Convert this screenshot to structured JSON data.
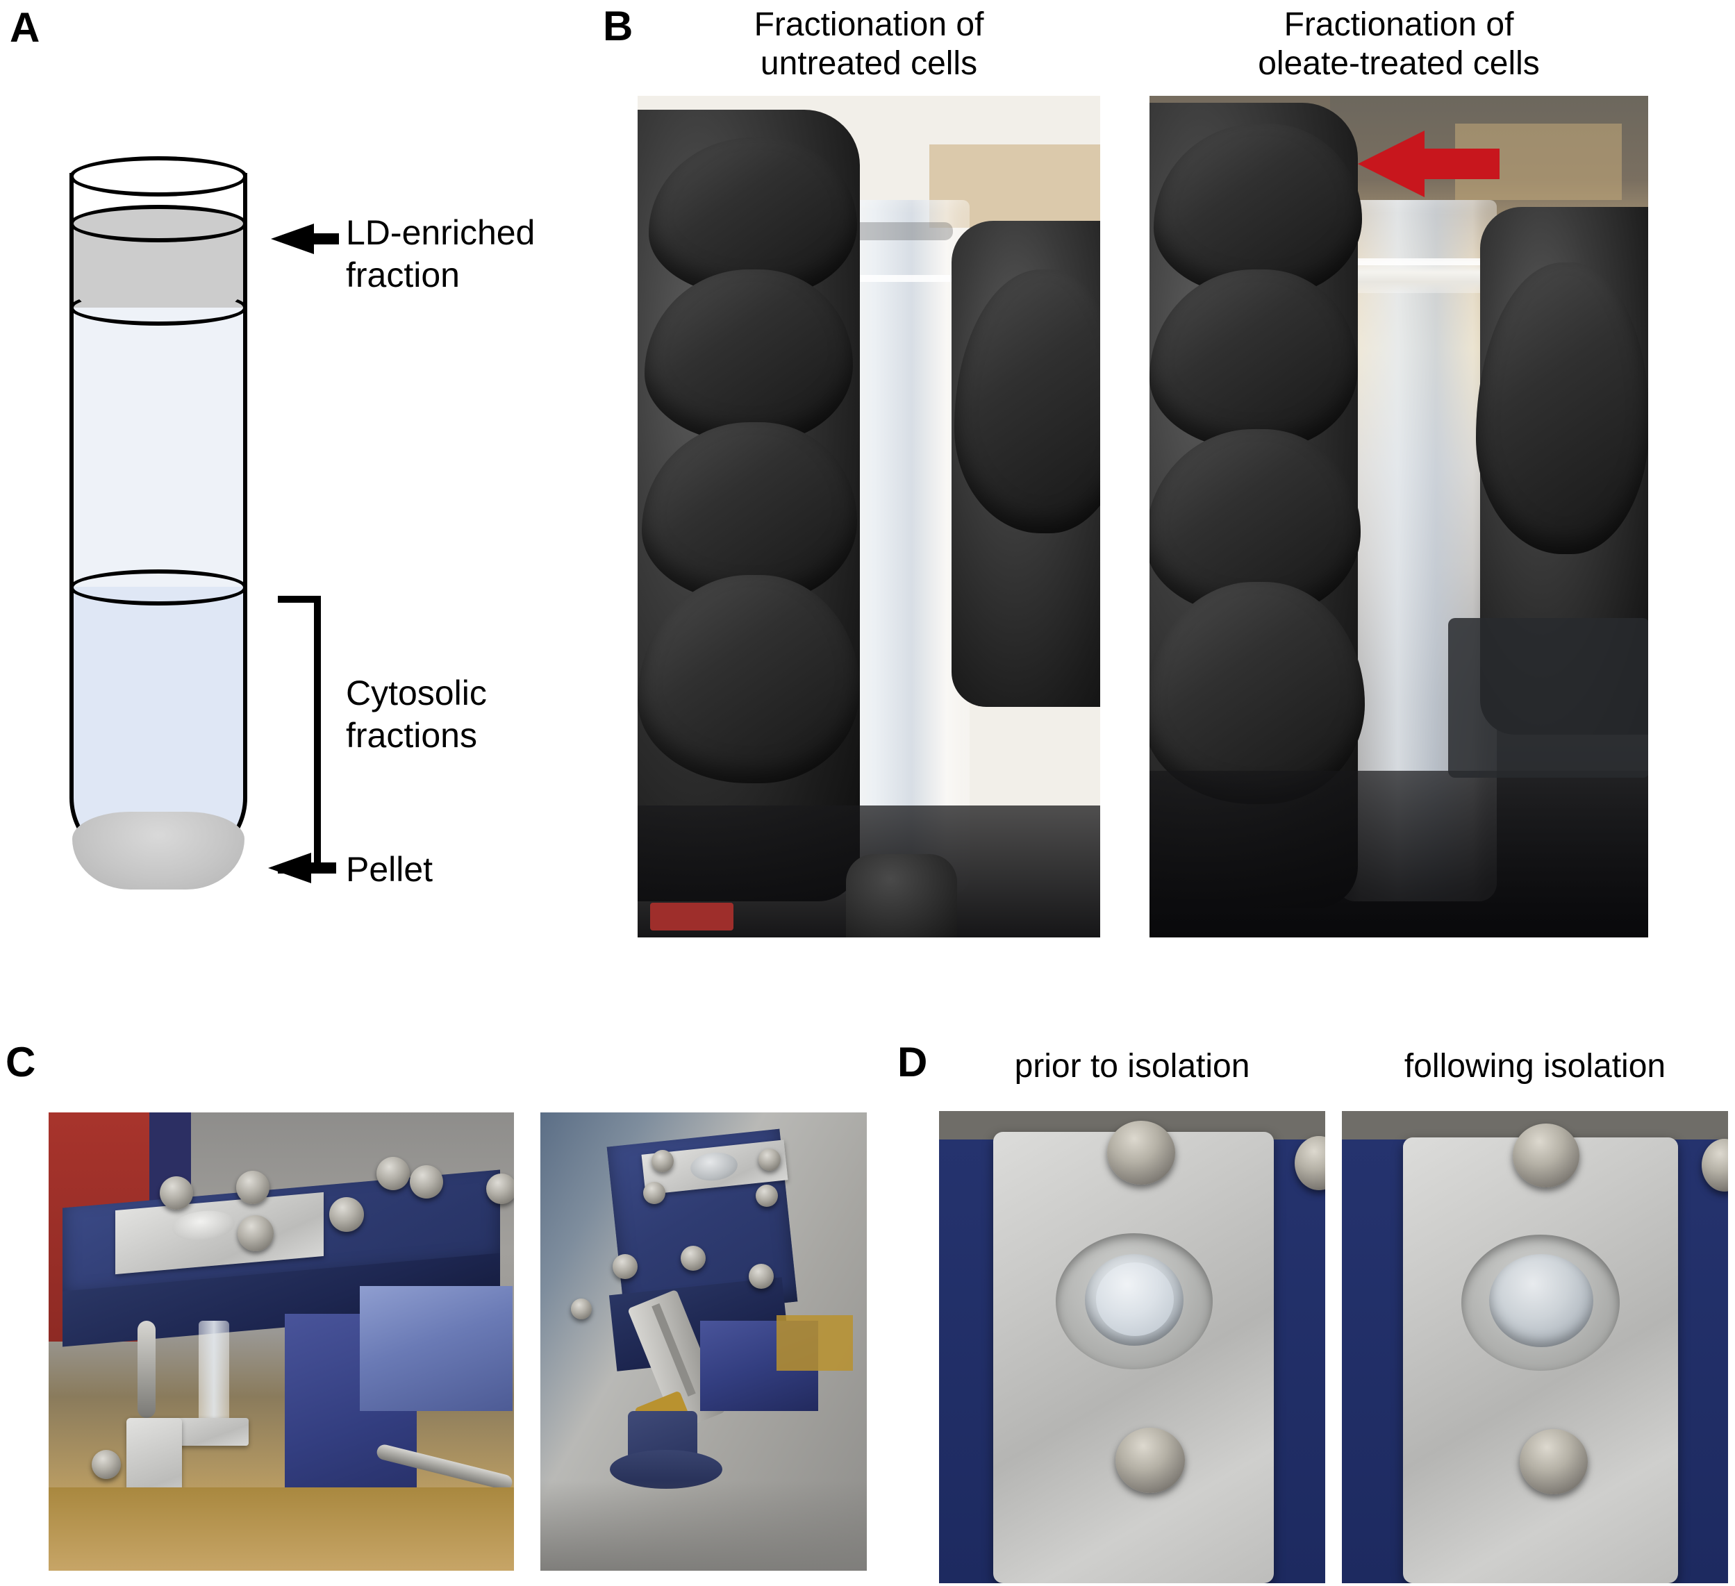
{
  "figure": {
    "panels": [
      {
        "letter": "A"
      },
      {
        "letter": "B"
      },
      {
        "letter": "C"
      },
      {
        "letter": "D"
      }
    ]
  },
  "panel_a": {
    "letter": "A",
    "labels": {
      "ld_fraction": "LD-enriched\nfraction",
      "cytosolic": "Cytosolic\nfractions",
      "pellet": "Pellet"
    },
    "colors": {
      "ld_band": "#cccccc",
      "supernatant_upper": "#eef2f8",
      "supernatant_lower": "#dfe7f5",
      "pellet": "#c6c6c6",
      "outline": "#000000"
    }
  },
  "panel_b": {
    "letter": "B",
    "headings": [
      "Fractionation of\nuntreated cells",
      "Fractionation of\noleate-treated cells"
    ],
    "annotation": {
      "arrow_color": "#c8161d",
      "points_at": "LD-enriched layer at top of gradient"
    },
    "photos": [
      {
        "caption": "Fractionation of\nuntreated cells",
        "description": "gloved hand holding clear ultracentrifuge tube, no visible floating layer"
      },
      {
        "caption": "Fractionation of\noleate-treated cells",
        "description": "gloved hand holding clear ultracentrifuge tube with white lipid droplet layer at top, marked by red arrow"
      }
    ]
  },
  "panel_c": {
    "letter": "C",
    "photos": [
      {
        "description": "blue anodized aluminum isolation device with knurled thumbscrews clamped in a bench vise, side view"
      },
      {
        "description": "blue anodized aluminum isolation device with plunger rod, angled view on bench"
      }
    ],
    "colors": {
      "device_body": "#2f3c72",
      "plate": "#cfcfcd",
      "vise": "#333e80"
    }
  },
  "panel_d": {
    "letter": "D",
    "headings": [
      "prior to isolation",
      "following isolation"
    ],
    "photos": [
      {
        "caption": "prior to isolation",
        "description": "aluminum plate with recessed well containing sample, two knurled screws, navy background"
      },
      {
        "caption": "following isolation",
        "description": "aluminum plate with empty recessed well, two knurled screws, navy background"
      }
    ],
    "colors": {
      "background": "#1d2a60",
      "plate": "#c9c9c7"
    }
  }
}
